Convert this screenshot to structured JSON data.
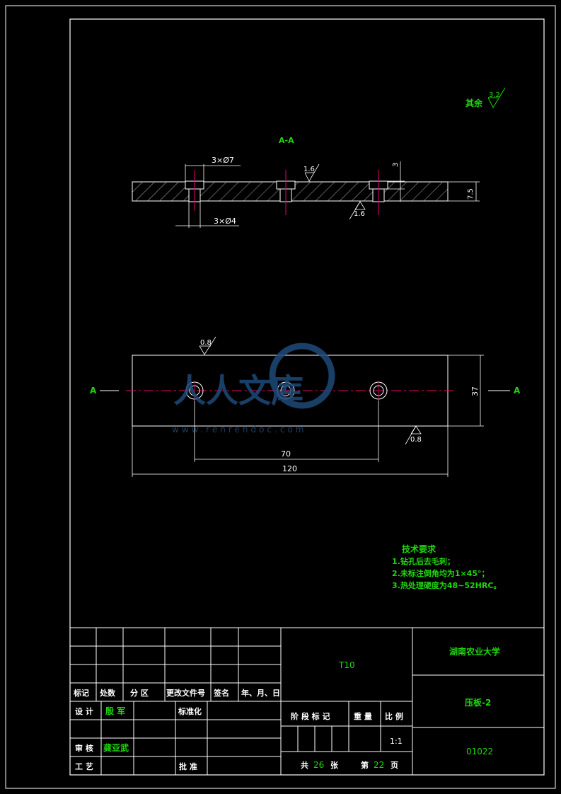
{
  "colors": {
    "background": "#000000",
    "line": "#ffffff",
    "text_green": "#21d60f",
    "center_line": "#e0006a",
    "watermark": "#1e4a7a"
  },
  "view": {
    "section_label": "A-A",
    "roughness_rest_label": "其余",
    "roughness_rest_value": "3.2",
    "roughness_top_value": "1.6",
    "roughness_bottom_value": "1.6",
    "dim_counterbore": "3×Ø7",
    "dim_hole": "3×Ø4",
    "dim_depth": "3",
    "dim_thickness": "7.5",
    "plan_roughness_top": "0.8",
    "plan_roughness_bottom": "0.8",
    "dim_hole_spacing": "70",
    "dim_length": "120",
    "dim_width": "37",
    "section_mark_left": "A",
    "section_mark_right": "A"
  },
  "watermark": {
    "text": "人人文库",
    "url": "www.renrendoc.com"
  },
  "tech_requirements": {
    "title": "技术要求",
    "items": [
      "1.钻孔后去毛刺；",
      "2.未标注倒角均为1×45°；",
      "3.热处理硬度为48~52HRC。"
    ]
  },
  "title_block": {
    "material": "T10",
    "school": "湖南农业大学",
    "part_name": "压板-2",
    "drawing_no": "01022",
    "rev_headers": [
      "标记",
      "处数",
      "分 区",
      "更改文件号",
      "签名",
      "年、月、日"
    ],
    "design_label": "设 计",
    "designer": "殷 军",
    "standardize_label": "标准化",
    "review_label": "审 核",
    "reviewer": "龚亚武",
    "process_label": "工 艺",
    "approve_label": "批 准",
    "stage_headers": [
      "阶 段 标 记",
      "重 量",
      "比 例"
    ],
    "scale": "1:1",
    "total_label_pre": "共",
    "total_sheets": "26",
    "total_label_post": "张",
    "sheet_label_pre": "第",
    "sheet_no": "22",
    "sheet_label_post": "页"
  }
}
